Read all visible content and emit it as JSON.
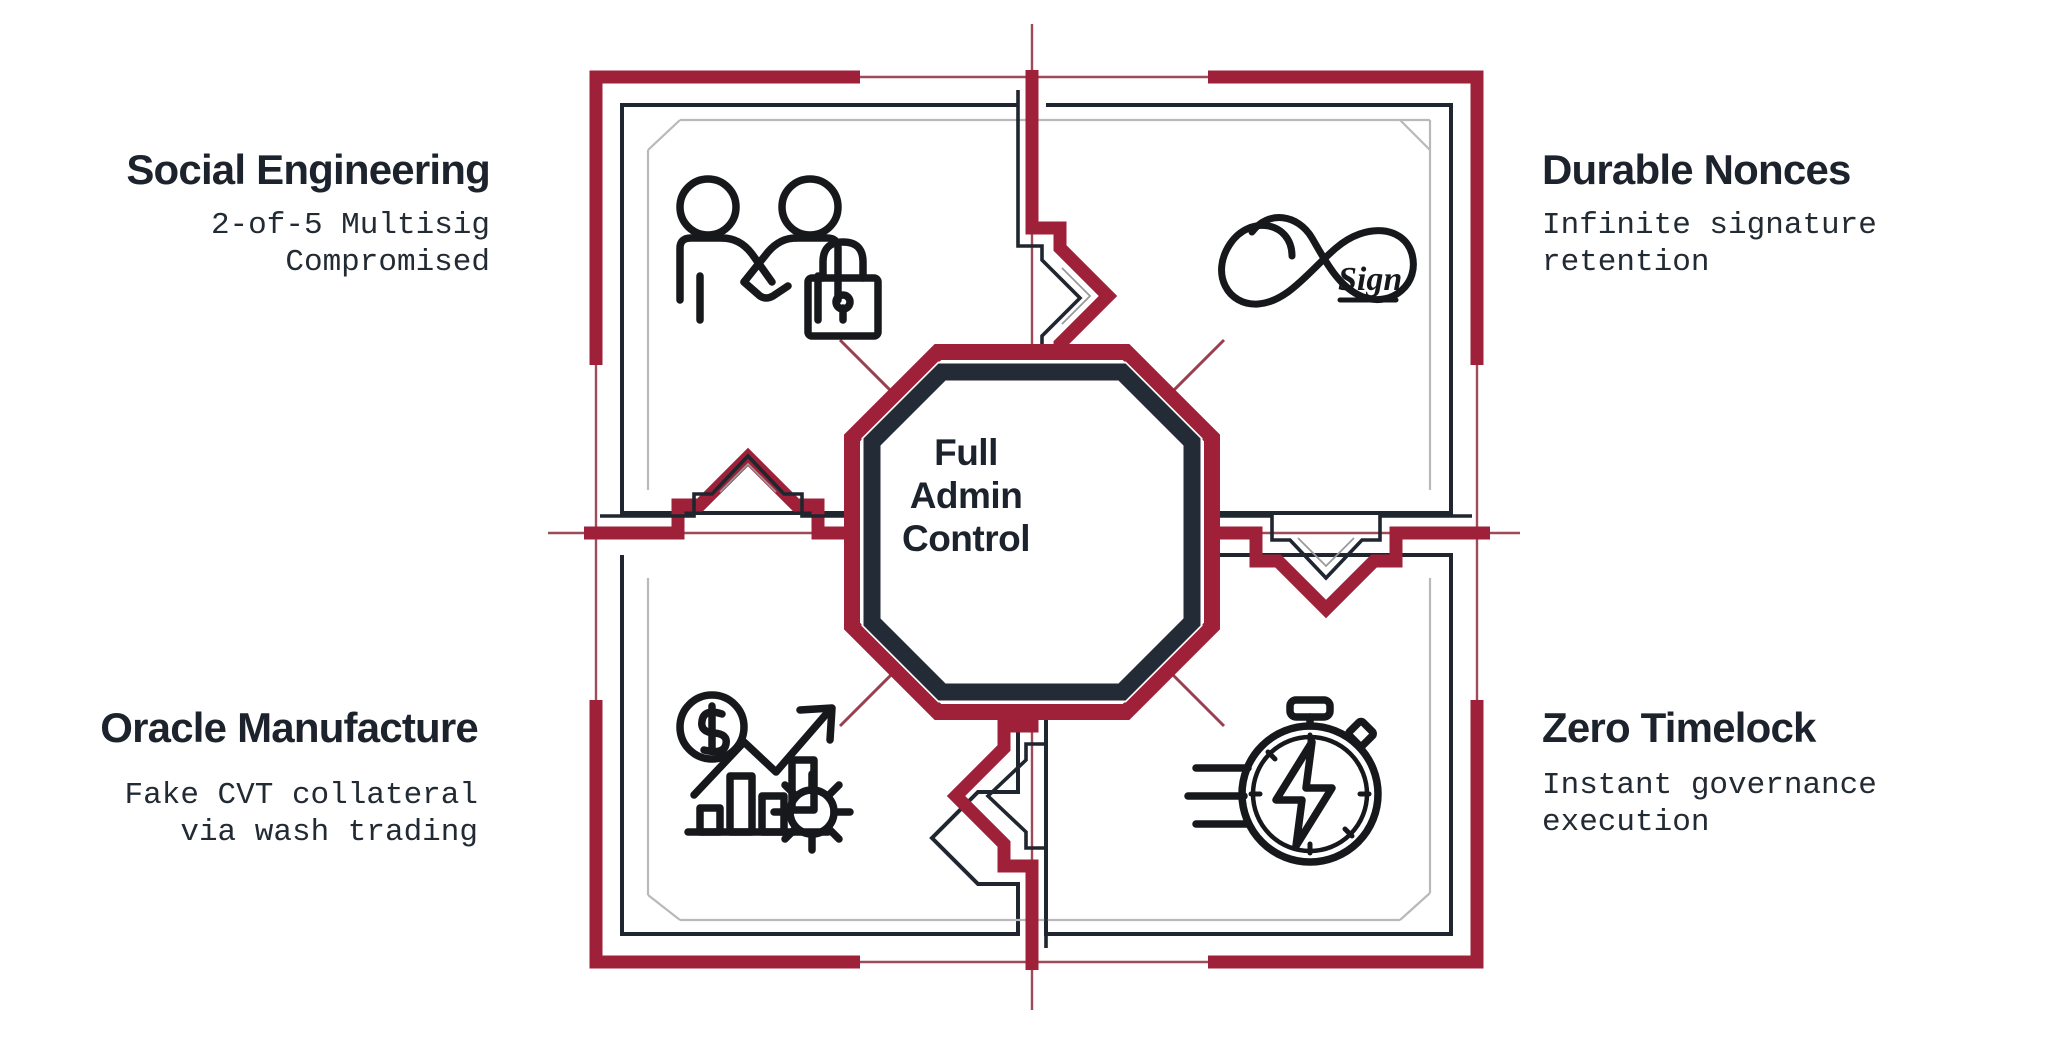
{
  "theme": {
    "crimson": "#9e2139",
    "crimson_light": "#a52a41",
    "navy": "#232b36",
    "ink": "#1d232c",
    "gray_rule": "#b9b9b9",
    "background": "#ffffff"
  },
  "center": {
    "label_lines": [
      "Full",
      "Admin",
      "Control"
    ],
    "line1": "Full",
    "line2": "Admin",
    "line3": "Control",
    "shape": "octagon-badge"
  },
  "quadrants": [
    {
      "id": "social-engineering",
      "position": "top-left",
      "title": "Social Engineering",
      "subtitle_line1": "2-of-5 Multisig",
      "subtitle_line2": "Compromised",
      "icon": "handshake-lock-icon"
    },
    {
      "id": "durable-nonces",
      "position": "top-right",
      "title": "Durable Nonces",
      "subtitle_line1": "Infinite signature",
      "subtitle_line2": "retention",
      "icon": "infinity-signature-icon",
      "icon_script_text": "Sign"
    },
    {
      "id": "oracle-manufacture",
      "position": "bottom-left",
      "title": "Oracle Manufacture",
      "subtitle_line1": "Fake CVT collateral",
      "subtitle_line2": "via wash trading",
      "icon": "growth-chart-gear-icon"
    },
    {
      "id": "zero-timelock",
      "position": "bottom-right",
      "title": "Zero Timelock",
      "subtitle_line1": "Instant governance",
      "subtitle_line2": "execution",
      "icon": "stopwatch-bolt-icon"
    }
  ]
}
